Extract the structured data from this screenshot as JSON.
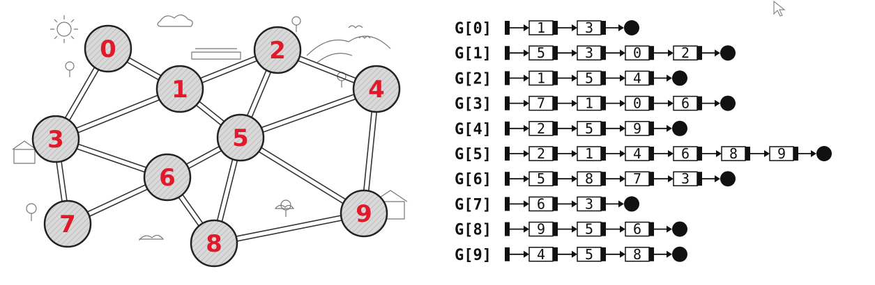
{
  "graph": {
    "nodes": [
      "0",
      "1",
      "2",
      "3",
      "4",
      "5",
      "6",
      "7",
      "8",
      "9"
    ],
    "edges": [
      [
        0,
        1
      ],
      [
        0,
        3
      ],
      [
        1,
        2
      ],
      [
        1,
        3
      ],
      [
        1,
        5
      ],
      [
        2,
        4
      ],
      [
        2,
        5
      ],
      [
        3,
        6
      ],
      [
        3,
        7
      ],
      [
        4,
        5
      ],
      [
        4,
        9
      ],
      [
        5,
        6
      ],
      [
        5,
        8
      ],
      [
        5,
        9
      ],
      [
        6,
        7
      ],
      [
        6,
        8
      ],
      [
        8,
        9
      ]
    ],
    "colors": {
      "node_label": "#e01a2b",
      "road": "#333333",
      "node_fill": "#d6d6d6"
    }
  },
  "adjacency": [
    {
      "label": "G[0]",
      "items": [
        "1",
        "3"
      ]
    },
    {
      "label": "G[1]",
      "items": [
        "5",
        "3",
        "0",
        "2"
      ]
    },
    {
      "label": "G[2]",
      "items": [
        "1",
        "5",
        "4"
      ]
    },
    {
      "label": "G[3]",
      "items": [
        "7",
        "1",
        "0",
        "6"
      ]
    },
    {
      "label": "G[4]",
      "items": [
        "2",
        "5",
        "9"
      ]
    },
    {
      "label": "G[5]",
      "items": [
        "2",
        "1",
        "4",
        "6",
        "8",
        "9"
      ]
    },
    {
      "label": "G[6]",
      "items": [
        "5",
        "8",
        "7",
        "3"
      ]
    },
    {
      "label": "G[7]",
      "items": [
        "6",
        "3"
      ]
    },
    {
      "label": "G[8]",
      "items": [
        "9",
        "5",
        "6"
      ]
    },
    {
      "label": "G[9]",
      "items": [
        "4",
        "5",
        "8"
      ]
    }
  ]
}
